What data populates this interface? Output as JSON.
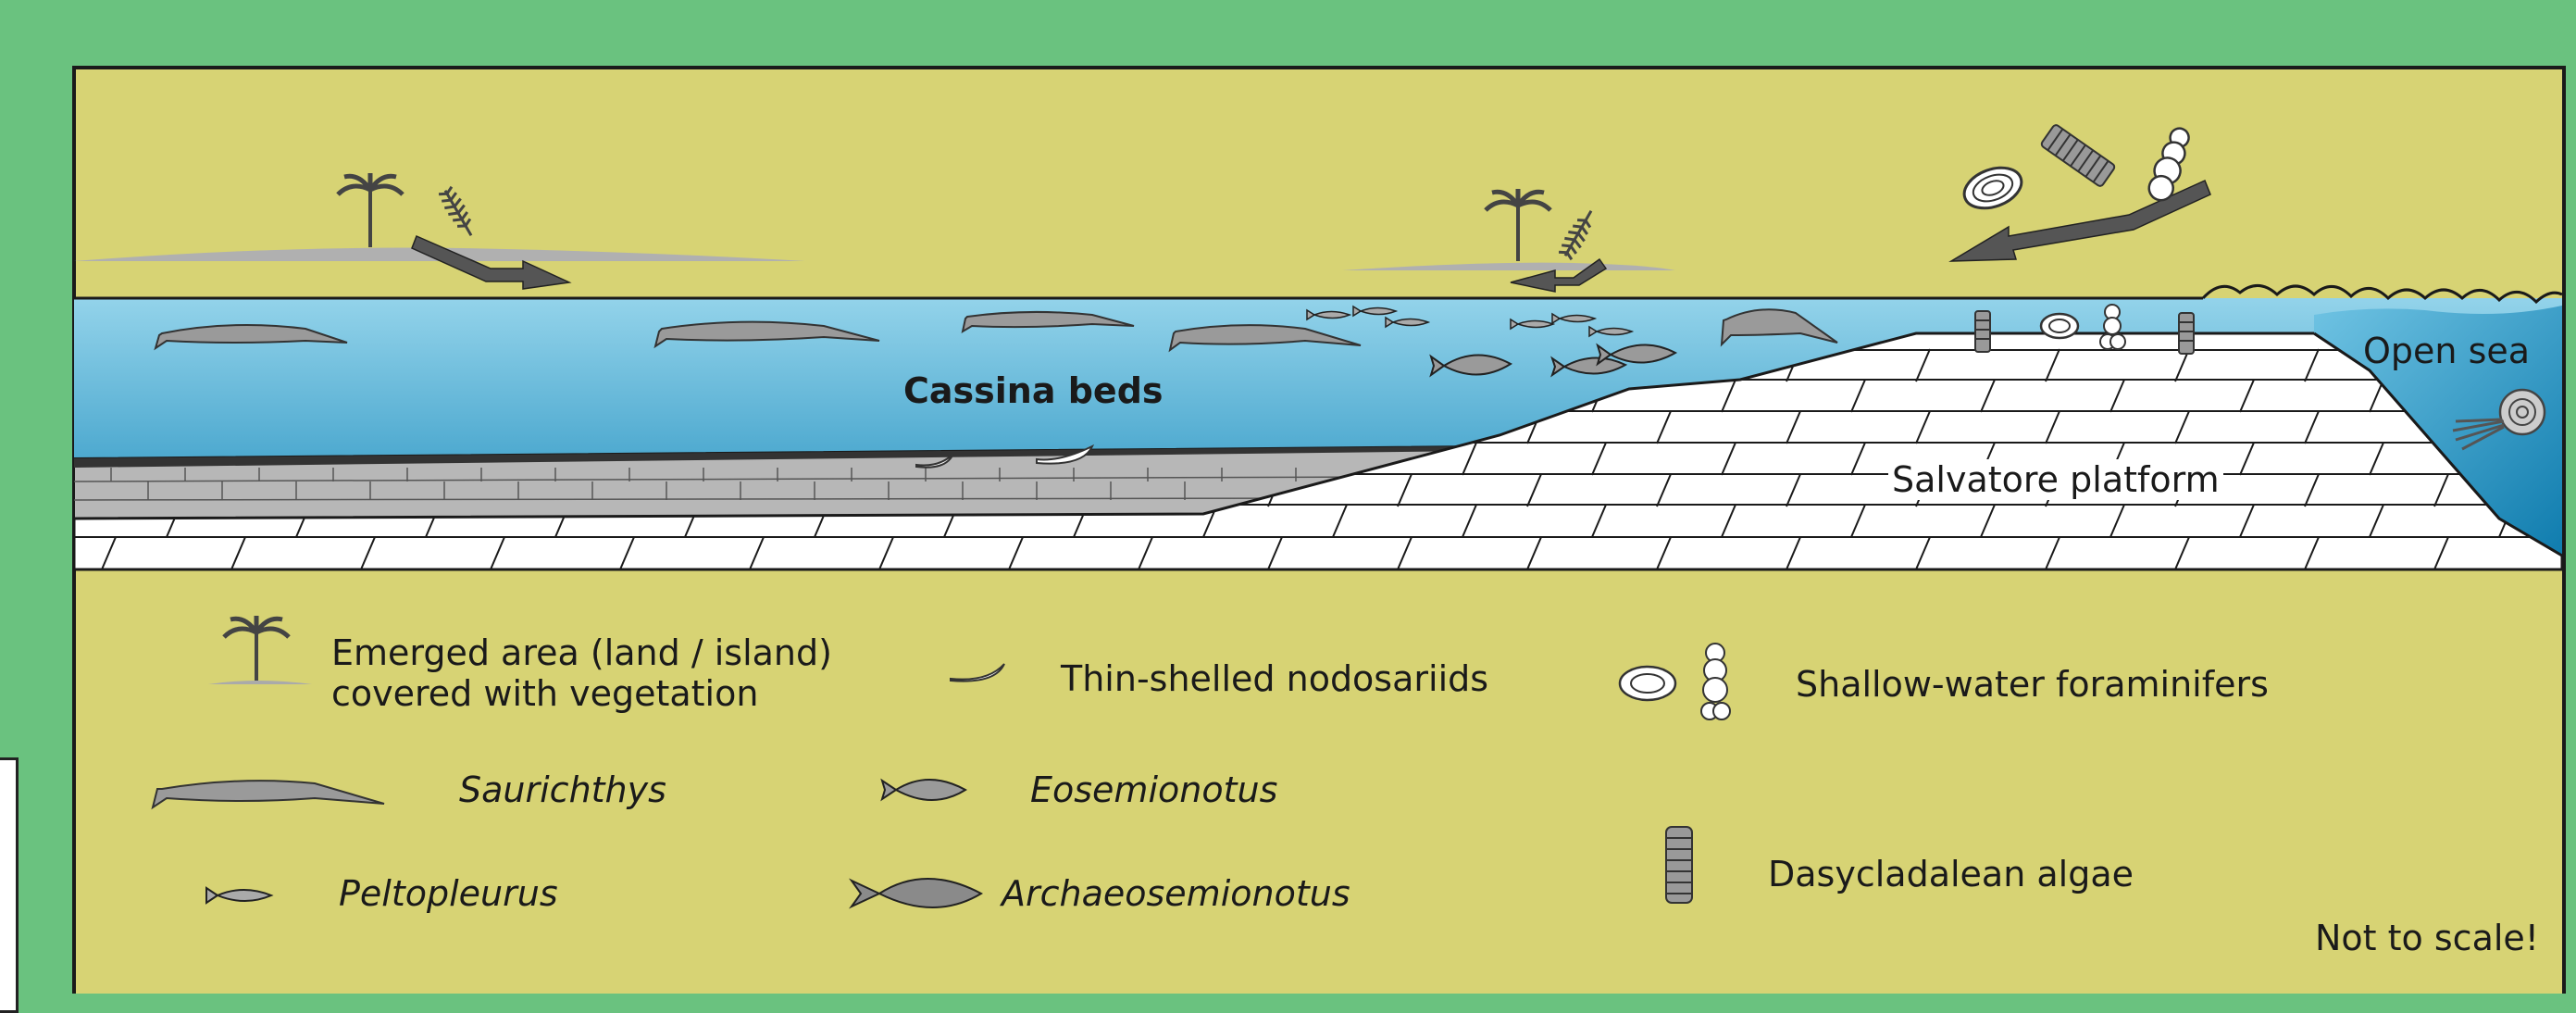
{
  "diagram": {
    "labels": {
      "cassina_beds": "Cassina beds",
      "open_sea": "Open sea",
      "salvatore_platform": "Salvatore platform",
      "not_to_scale": "Not to scale!"
    },
    "legend": {
      "emerged_area_line1": "Emerged area (land / island)",
      "emerged_area_line2": "covered with vegetation",
      "nodosariids": "Thin-shelled nodosariids",
      "foraminifers": "Shallow-water foraminifers",
      "saurichthys": "Saurichthys",
      "eosemionotus": "Eosemionotus",
      "peltopleurus": "Peltopleurus",
      "archaeosemionotus": "Archaeosemionotus",
      "dasycladalean": "Dasycladalean algae"
    }
  },
  "colors": {
    "background": "#6ac27f",
    "panel": "#d7d374",
    "water_top": "#8fcfe6",
    "water_bottom": "#1f8fc0",
    "platform": "#ffffff",
    "sediment_dark": "#333333",
    "sediment_grey": "#b5b5b5"
  }
}
